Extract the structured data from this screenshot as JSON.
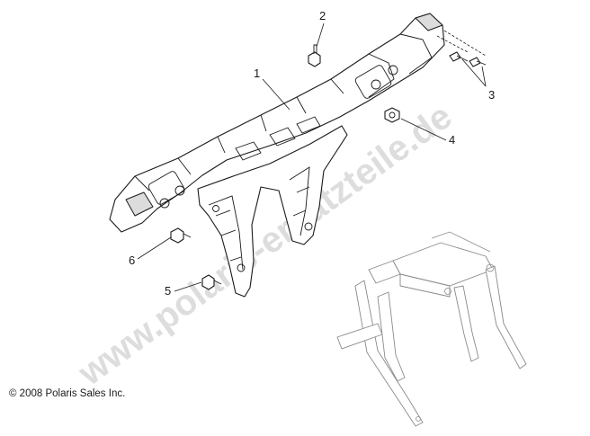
{
  "diagram": {
    "callouts": [
      {
        "id": "1",
        "label": "1"
      },
      {
        "id": "2",
        "label": "2"
      },
      {
        "id": "3",
        "label": "3"
      },
      {
        "id": "4",
        "label": "4"
      },
      {
        "id": "5",
        "label": "5"
      },
      {
        "id": "6",
        "label": "6"
      }
    ],
    "watermark": "www.polaris-ersatzteile.de",
    "copyright": "© 2008 Polaris Sales Inc."
  }
}
